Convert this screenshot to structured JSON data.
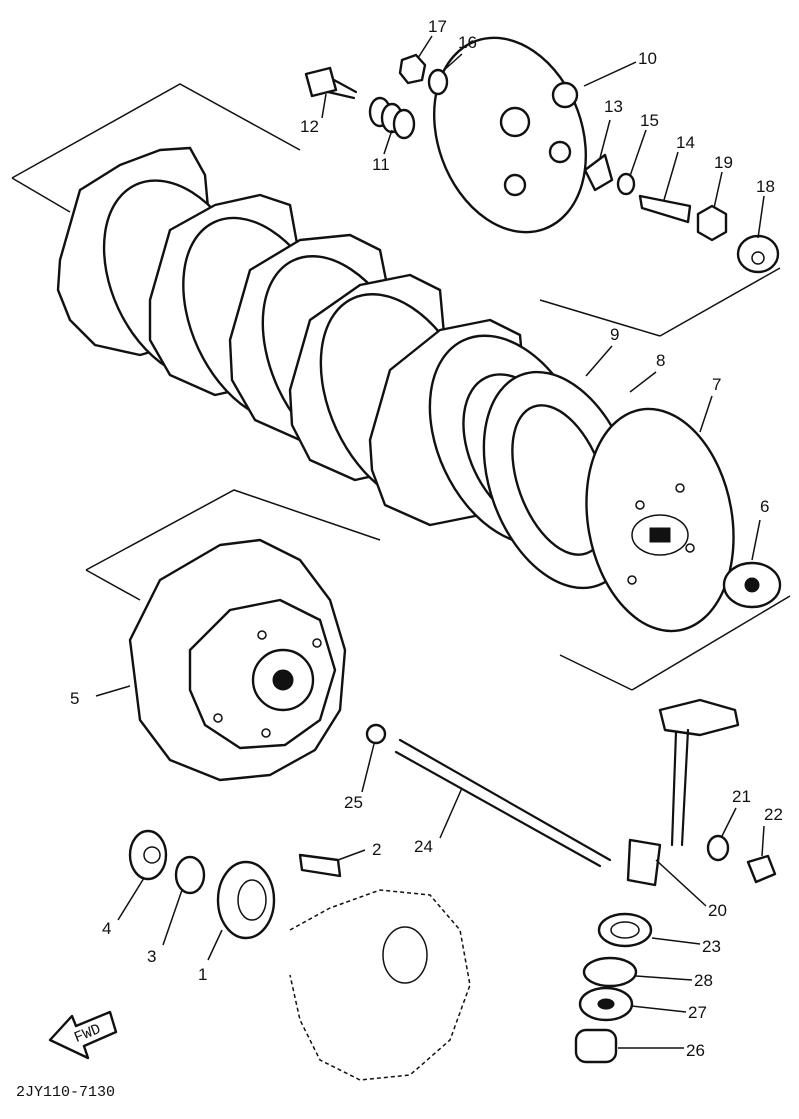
{
  "diagram": {
    "callouts": {
      "c1": "1",
      "c2": "2",
      "c3": "3",
      "c4": "4",
      "c5": "5",
      "c6": "6",
      "c7": "7",
      "c8": "8",
      "c9": "9",
      "c10": "10",
      "c11": "11",
      "c12": "12",
      "c13": "13",
      "c14": "14",
      "c15": "15",
      "c16": "16",
      "c17": "17",
      "c18": "18",
      "c19": "19",
      "c20": "20",
      "c21": "21",
      "c22": "22",
      "c23": "23",
      "c24": "24",
      "c25": "25",
      "c26": "26",
      "c27": "27",
      "c28": "28"
    },
    "fwd_label": "FWD",
    "drawing_code": "2JY110-7130"
  }
}
